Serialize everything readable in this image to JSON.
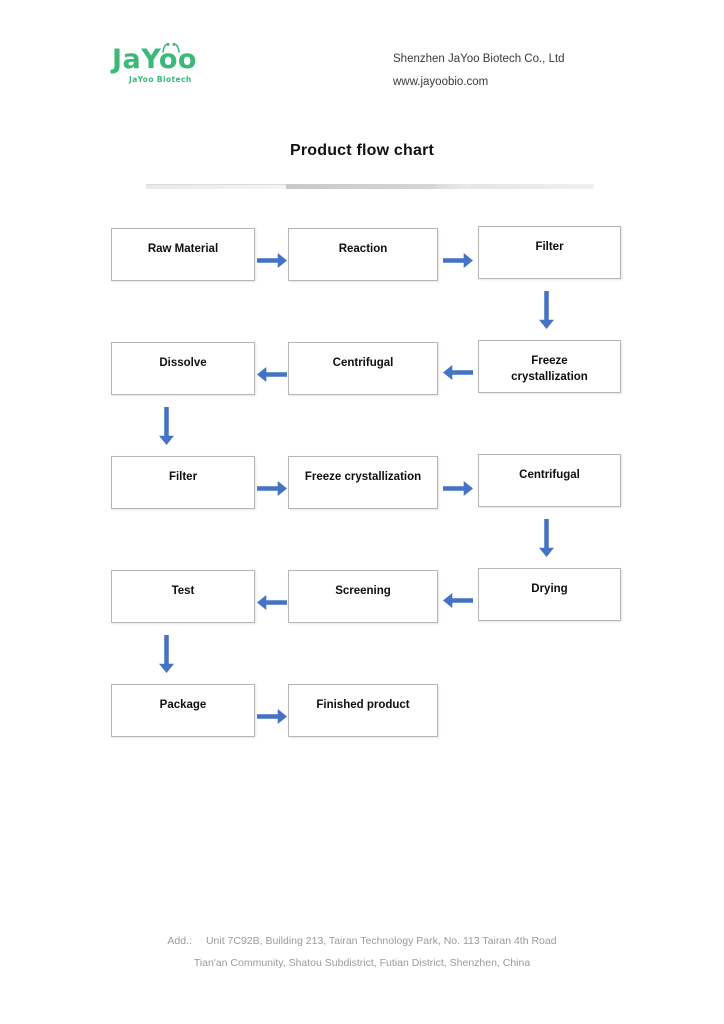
{
  "header": {
    "logo": {
      "wordmark": "JaYoo",
      "tagline": "JaYoo  Biotech",
      "color": "#3cb878"
    },
    "company_name": "Shenzhen JaYoo Biotech Co., Ltd",
    "website": "www.jayoobio.com"
  },
  "title": "Product flow chart",
  "colors": {
    "arrow_blue": "#4472c4",
    "box_border": "#b6b6b6",
    "brand_green": "#3cb878",
    "footer_gray": "#9b9b9b"
  },
  "chart_data": {
    "type": "diagram",
    "title": "Product flow chart",
    "nodes": [
      {
        "id": "raw-material",
        "label": "Raw Material",
        "row": 1,
        "col": 1
      },
      {
        "id": "reaction",
        "label": "Reaction",
        "row": 1,
        "col": 2
      },
      {
        "id": "filter-1",
        "label": "Filter",
        "row": 1,
        "col": 3
      },
      {
        "id": "freeze-crystallization-1",
        "label": "Freeze\ncrystallization",
        "row": 2,
        "col": 3
      },
      {
        "id": "centrifugal-1",
        "label": "Centrifugal",
        "row": 2,
        "col": 2
      },
      {
        "id": "dissolve",
        "label": "Dissolve",
        "row": 2,
        "col": 1
      },
      {
        "id": "filter-2",
        "label": "Filter",
        "row": 3,
        "col": 1
      },
      {
        "id": "freeze-crystallization-2",
        "label": "Freeze crystallization",
        "row": 3,
        "col": 2
      },
      {
        "id": "centrifugal-2",
        "label": "Centrifugal",
        "row": 3,
        "col": 3
      },
      {
        "id": "drying",
        "label": "Drying",
        "row": 4,
        "col": 3
      },
      {
        "id": "screening",
        "label": "Screening",
        "row": 4,
        "col": 2
      },
      {
        "id": "test",
        "label": "Test",
        "row": 4,
        "col": 1
      },
      {
        "id": "package",
        "label": "Package",
        "row": 5,
        "col": 1
      },
      {
        "id": "finished-product",
        "label": "Finished product",
        "row": 5,
        "col": 2
      }
    ],
    "edges": [
      {
        "from": "raw-material",
        "to": "reaction",
        "direction": "right"
      },
      {
        "from": "reaction",
        "to": "filter-1",
        "direction": "right"
      },
      {
        "from": "filter-1",
        "to": "freeze-crystallization-1",
        "direction": "down"
      },
      {
        "from": "freeze-crystallization-1",
        "to": "centrifugal-1",
        "direction": "left"
      },
      {
        "from": "centrifugal-1",
        "to": "dissolve",
        "direction": "left"
      },
      {
        "from": "dissolve",
        "to": "filter-2",
        "direction": "down"
      },
      {
        "from": "filter-2",
        "to": "freeze-crystallization-2",
        "direction": "right"
      },
      {
        "from": "freeze-crystallization-2",
        "to": "centrifugal-2",
        "direction": "right"
      },
      {
        "from": "centrifugal-2",
        "to": "drying",
        "direction": "down"
      },
      {
        "from": "drying",
        "to": "screening",
        "direction": "left"
      },
      {
        "from": "screening",
        "to": "test",
        "direction": "left"
      },
      {
        "from": "test",
        "to": "package",
        "direction": "down"
      },
      {
        "from": "package",
        "to": "finished-product",
        "direction": "right"
      }
    ]
  },
  "footer": {
    "address_label": "Add.:",
    "address_line_1": "Unit 7C92B, Building 213, Tairan Technology Park, No. 113 Tairan 4th Road",
    "address_line_2": "Tian'an Community, Shatou Subdistrict, Futian District, Shenzhen, China"
  }
}
